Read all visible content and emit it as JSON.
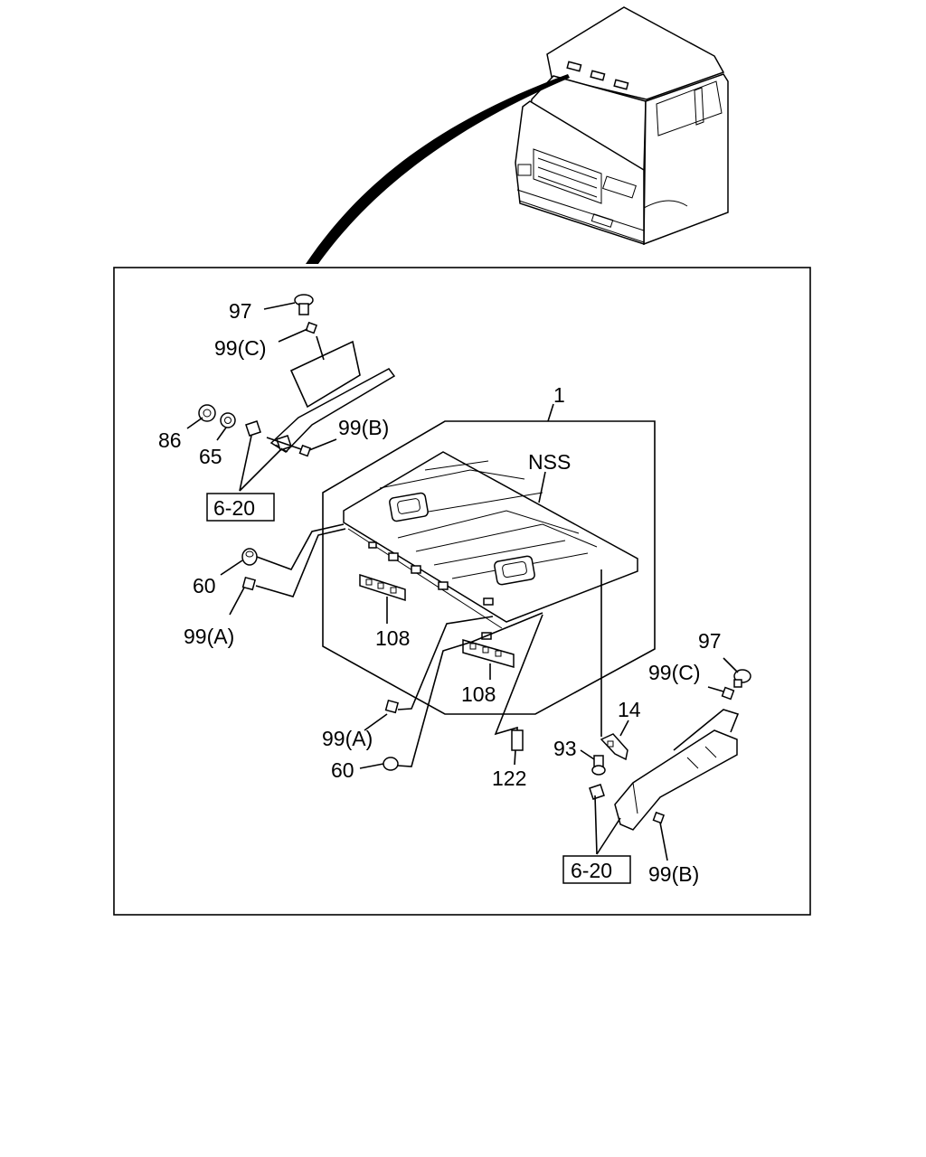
{
  "callouts": {
    "c97_top": "97",
    "c99c_top": "99(C)",
    "c86": "86",
    "c65": "65",
    "c99b_top": "99(B)",
    "c620_top": "6-20",
    "c1": "1",
    "cNSS": "NSS",
    "c60_left": "60",
    "c99a_left": "99(A)",
    "c108_left": "108",
    "c108_right": "108",
    "c97_right": "97",
    "c99c_right": "99(C)",
    "c14": "14",
    "c93": "93",
    "c99a_bottom": "99(A)",
    "c60_bottom": "60",
    "c122": "122",
    "c620_bottom": "6-20",
    "c99b_bottom": "99(B)"
  }
}
